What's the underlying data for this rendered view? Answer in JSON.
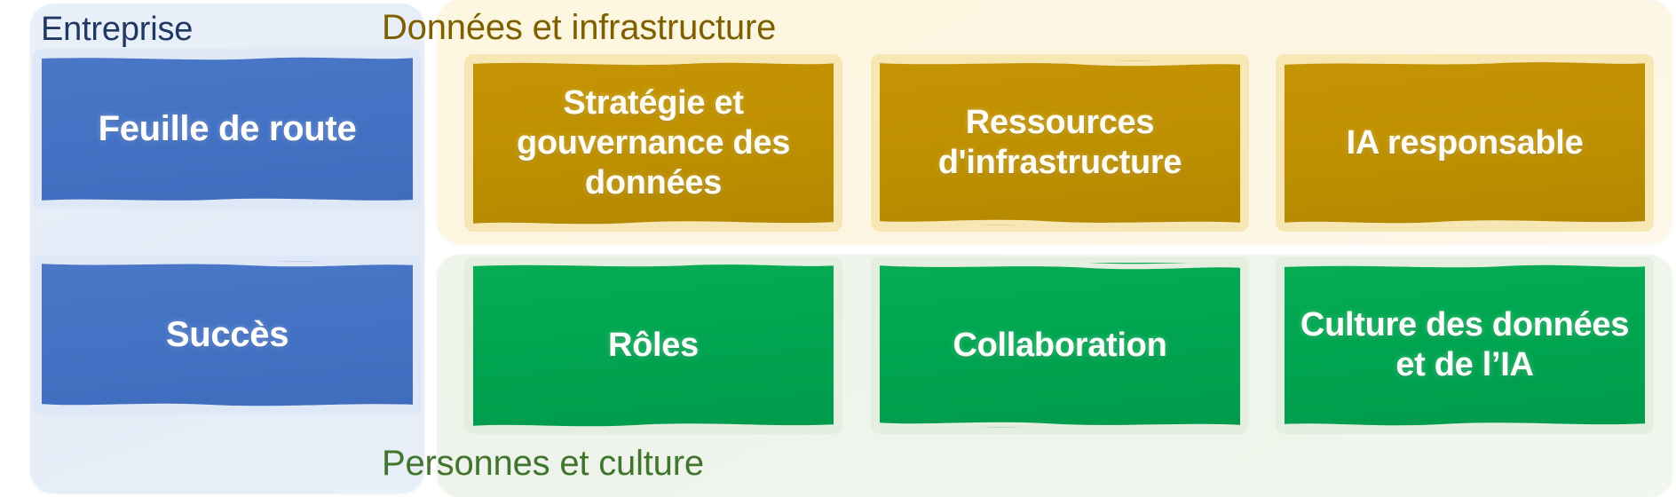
{
  "diagram": {
    "title_visible": false,
    "panels": [
      {
        "id": "enterprise",
        "label": "Entreprise",
        "accent_color": "#4472C4",
        "background_color": "#E8EEF7",
        "title_color": "#1F3864",
        "cards": [
          {
            "label": "Feuille de route"
          },
          {
            "label": "Succès"
          }
        ]
      },
      {
        "id": "data-infrastructure",
        "label": "Données et infrastructure",
        "accent_color": "#BF9000",
        "background_color": "#FDF6E3",
        "title_color": "#7E6000",
        "cards": [
          {
            "label": "Stratégie et gouvernance des données"
          },
          {
            "label": "Ressources d'infrastructure"
          },
          {
            "label": "IA responsable"
          }
        ]
      },
      {
        "id": "people-culture",
        "label": "Personnes et culture",
        "accent_color": "#00A550",
        "background_color": "#EFF5EC",
        "title_color": "#41752D",
        "cards": [
          {
            "label": "Rôles"
          },
          {
            "label": "Collaboration"
          },
          {
            "label": "Culture des données et de l’IA"
          }
        ]
      }
    ]
  }
}
